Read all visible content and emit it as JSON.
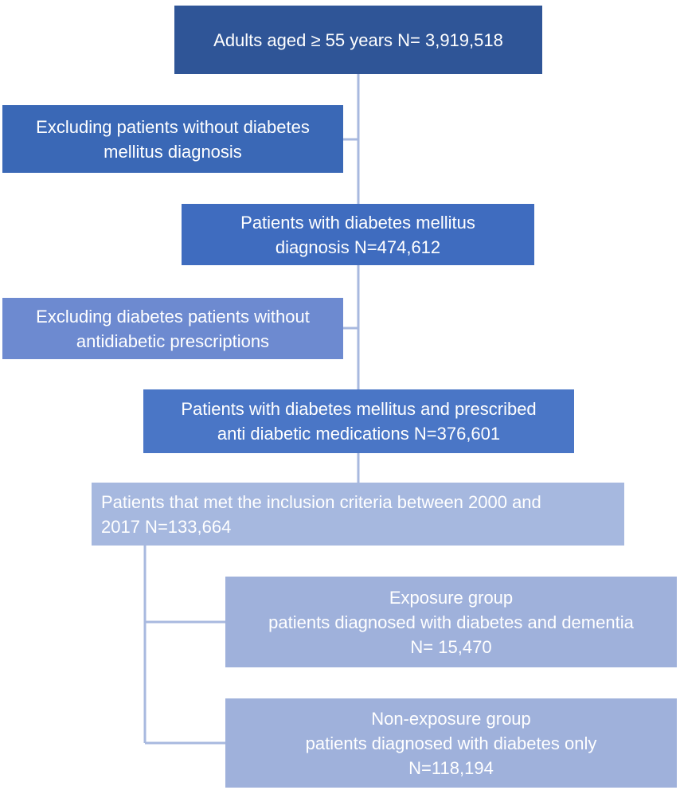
{
  "colors": {
    "dark_blue": "#2f5597",
    "medium_blue": "#3a68b6",
    "blue": "#4a76c6",
    "light_blue": "#6d8ad0",
    "pale_blue": "#a6b8df",
    "connector": "#a8b9df"
  },
  "boxes": {
    "adults": {
      "lines": [
        "Adults aged ≥ 55 years N= 3,919,518"
      ]
    },
    "exclude_no_dm": {
      "lines": [
        "Excluding patients without diabetes",
        "mellitus diagnosis"
      ]
    },
    "dm_diagnosis": {
      "lines": [
        "Patients with diabetes mellitus",
        "diagnosis N=474,612"
      ]
    },
    "exclude_no_rx": {
      "lines": [
        "Excluding diabetes patients without",
        "antidiabetic prescriptions"
      ]
    },
    "dm_medications": {
      "lines": [
        "Patients with diabetes mellitus and prescribed",
        "anti diabetic medications N=376,601"
      ]
    },
    "inclusion": {
      "lines": [
        "Patients that met the inclusion criteria between 2000 and",
        "2017 N=133,664"
      ]
    },
    "exposure": {
      "lines": [
        "Exposure group",
        "patients diagnosed with diabetes and dementia",
        "N= 15,470"
      ]
    },
    "non_exposure": {
      "lines": [
        "Non-exposure group",
        "patients diagnosed with diabetes only",
        "N=118,194"
      ]
    }
  }
}
